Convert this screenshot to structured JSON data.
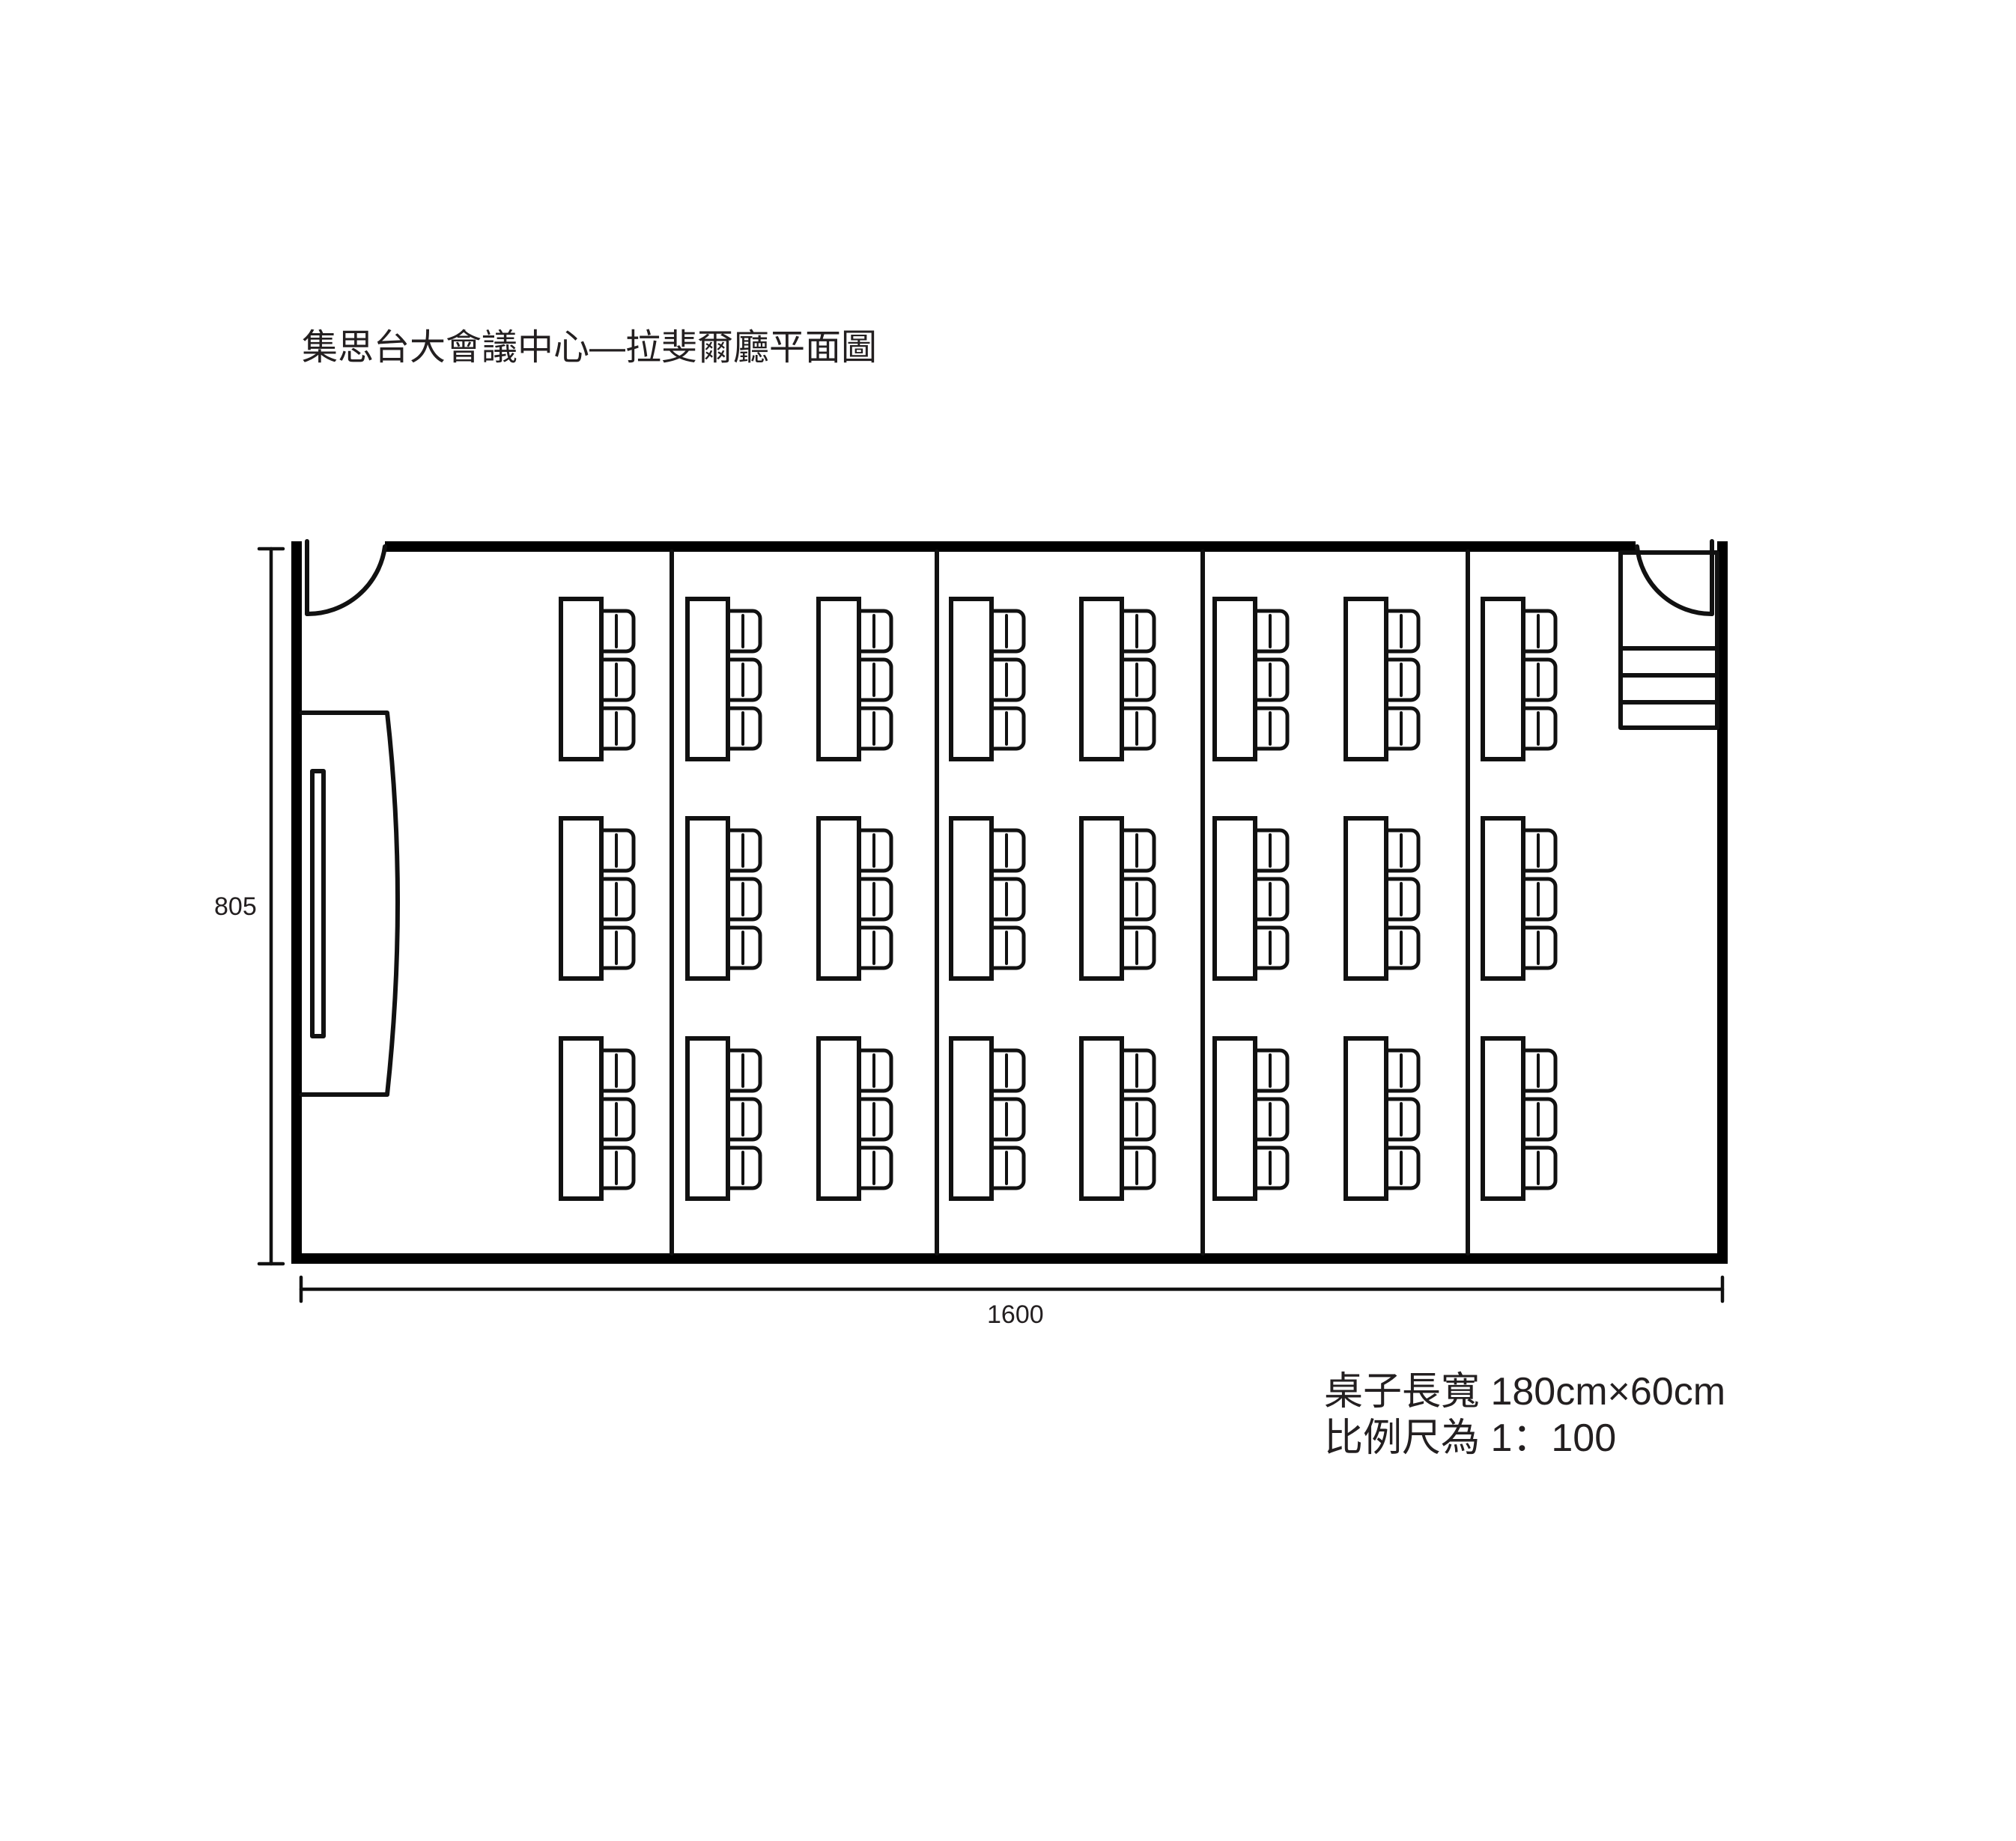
{
  "title": "集思台大會議中心—拉斐爾廳平面圖",
  "dimensions": {
    "height_label": "805",
    "width_label": "1600"
  },
  "notes": {
    "desk_size": "桌子長寬 180cm×60cm",
    "scale": "比例尺為 1：100"
  },
  "layout": {
    "desk_rows": 3,
    "desk_columns": 8,
    "chairs_per_desk": 3,
    "partition_count": 4,
    "doors": [
      "left-door",
      "right-door"
    ],
    "features": [
      "stage",
      "screen",
      "steps"
    ]
  }
}
